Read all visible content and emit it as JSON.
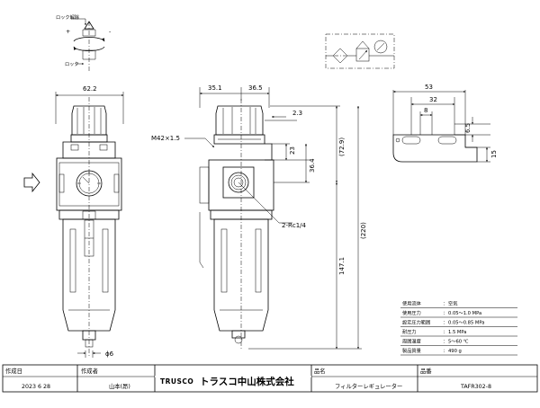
{
  "lock_direction_label": "ロック解除",
  "lock_label": "ロック",
  "plus_sign": "+",
  "minus_sign": "-",
  "dims": {
    "front_width": "62.2",
    "side_left": "35.1",
    "side_right": "36.5",
    "side_2_3": "2.3",
    "side_23": "23",
    "side_36_4": "36.4",
    "side_72_9": "(72.9)",
    "side_220": "(220)",
    "side_147_1": "147.1",
    "thread_label": "M42×1.5",
    "port_label": "2-Rc1/4",
    "drain_label": "ϕ6",
    "bracket_53": "53",
    "bracket_32": "32",
    "bracket_8": "8",
    "bracket_6_5": "6.5",
    "bracket_15": "15"
  },
  "spec_table": [
    {
      "label": "使用流体",
      "value": "空気"
    },
    {
      "label": "使用圧力",
      "value": "0.05～1.0 MPa"
    },
    {
      "label": "設定圧力範囲",
      "value": "0.05～0.85 MPa"
    },
    {
      "label": "耐圧力",
      "value": "1.5 MPa"
    },
    {
      "label": "周囲温度",
      "value": "5～60 ℃"
    },
    {
      "label": "製品質量",
      "value": "490 g"
    }
  ],
  "title_block": {
    "created_header": "作成日",
    "created_value": "2023 6 28",
    "author_header": "作成者",
    "author_value": "山本(昂)",
    "brand_logo": "TRUSCO",
    "company": "トラスコ中山株式会社",
    "name_header": "品名",
    "name_value": "フィルターレギュレーター",
    "number_header": "品番",
    "number_value": "TAFR302-8"
  }
}
